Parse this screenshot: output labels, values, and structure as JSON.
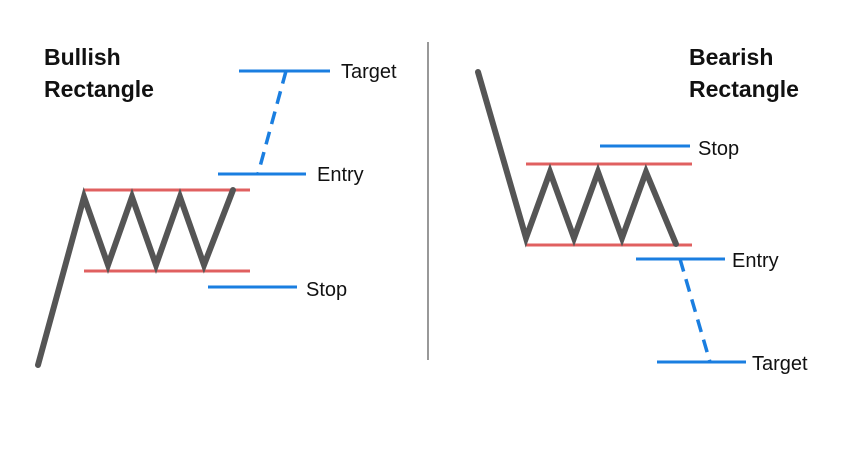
{
  "colors": {
    "price_line": "#555555",
    "rectangle_bounds": "#e06060",
    "levels": "#1a7ee0",
    "divider": "#555555",
    "text": "#111111"
  },
  "panels": [
    {
      "title_line1": "Bullish",
      "title_line2": "Rectangle",
      "labels": {
        "target": "Target",
        "entry": "Entry",
        "stop": "Stop"
      }
    },
    {
      "title_line1": "Bearish",
      "title_line2": "Rectangle",
      "labels": {
        "stop": "Stop",
        "entry": "Entry",
        "target": "Target"
      }
    }
  ]
}
